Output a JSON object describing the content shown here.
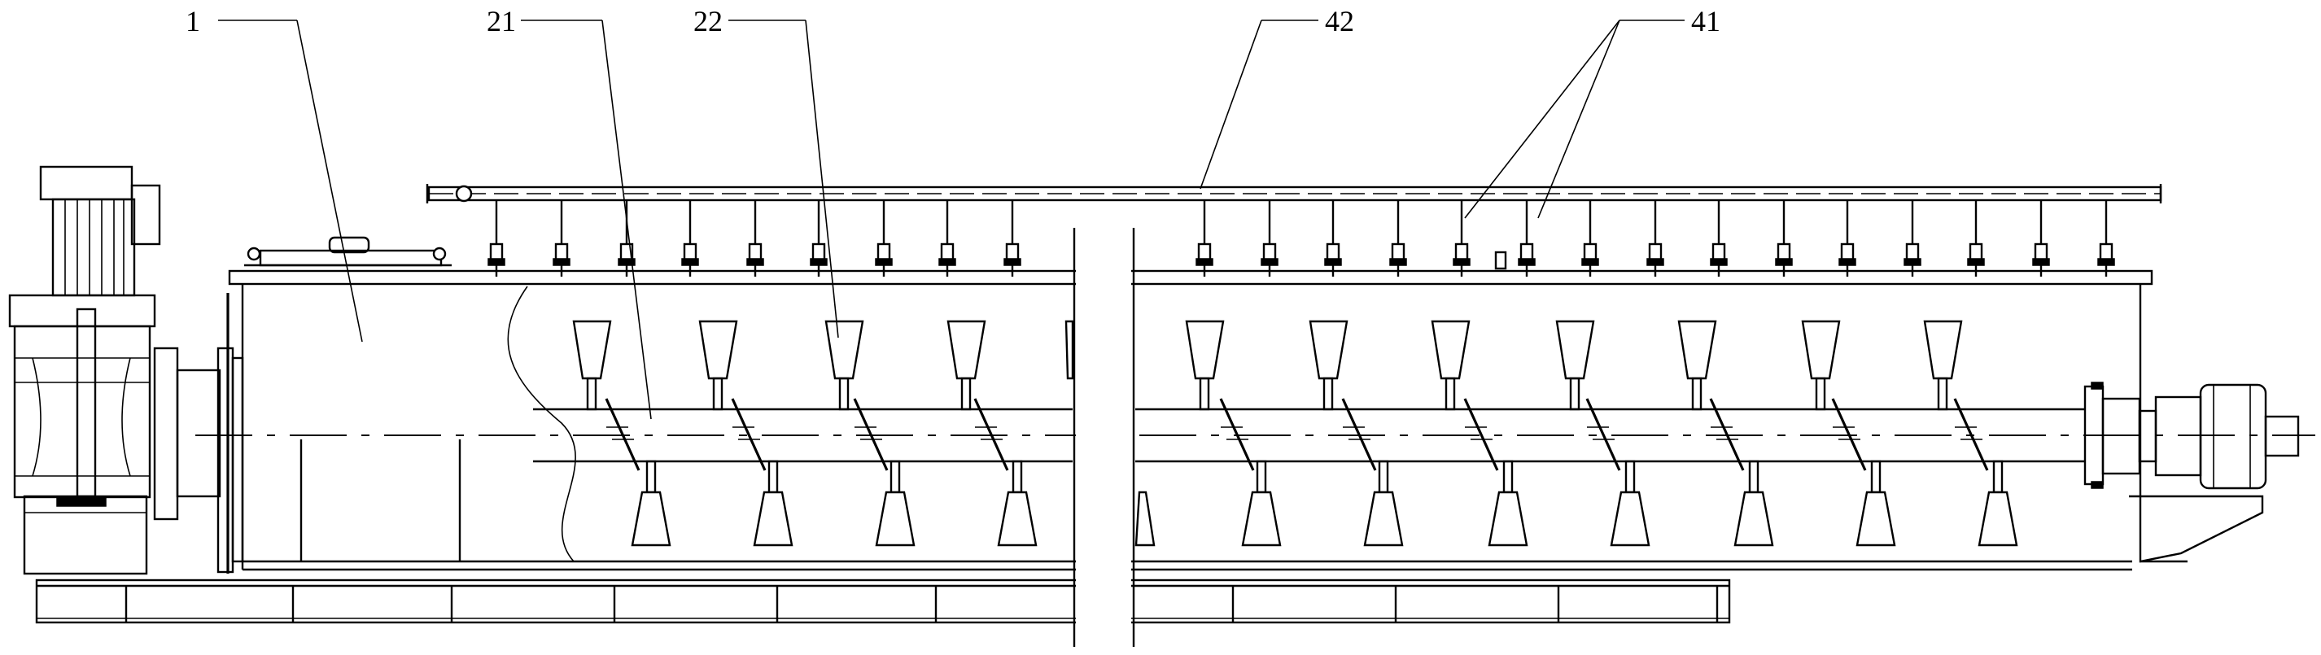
{
  "callouts": [
    {
      "id": "c1",
      "label": "1"
    },
    {
      "id": "c21",
      "label": "21"
    },
    {
      "id": "c22",
      "label": "22"
    },
    {
      "id": "c42",
      "label": "42"
    },
    {
      "id": "c41",
      "label": "41"
    }
  ]
}
